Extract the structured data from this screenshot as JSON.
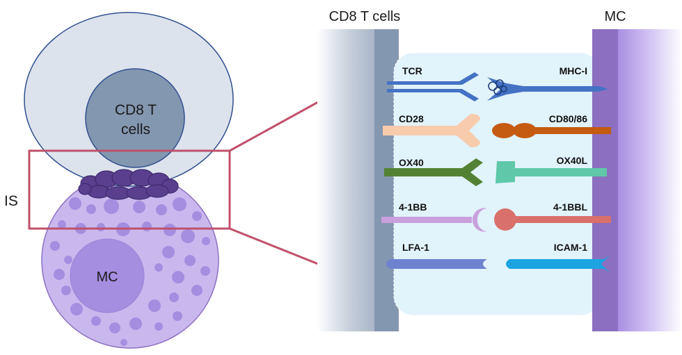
{
  "left_panel": {
    "t_cell_label_line1": "CD8 T",
    "t_cell_label_line2": "cells",
    "mc_label": "MC",
    "synapse_label": "IS"
  },
  "right_panel": {
    "left_membrane_label": "CD8 T cells",
    "right_membrane_label": "MC"
  },
  "interactions": [
    {
      "left": "TCR",
      "right": "MHC-I",
      "left_color": "#4472c4",
      "right_color": "#4472c4"
    },
    {
      "left": "CD28",
      "right": "CD80/86",
      "left_color": "#f8cbad",
      "right_color": "#c55a11"
    },
    {
      "left": "OX40",
      "right": "OX40L",
      "left_color": "#548235",
      "right_color": "#5ec8a8"
    },
    {
      "left": "4-1BB",
      "right": "4-1BBL",
      "left_color": "#c9a0dc",
      "right_color": "#d9706b"
    },
    {
      "left": "LFA-1",
      "right": "ICAM-1",
      "left_color": "#6d83d0",
      "right_color": "#1ba4e0"
    }
  ],
  "colors": {
    "t_cell_outer": "#dde3ec",
    "t_cell_inner": "#8497b0",
    "mc_body": "#c9b8ee",
    "granule": "#a48ee0",
    "synapse": "#5b3f8f",
    "frame": "#c0506a",
    "gap_fill": "#e1f3fb",
    "t_membrane": "#8497b0",
    "mc_membrane": "#8c6fc0"
  }
}
